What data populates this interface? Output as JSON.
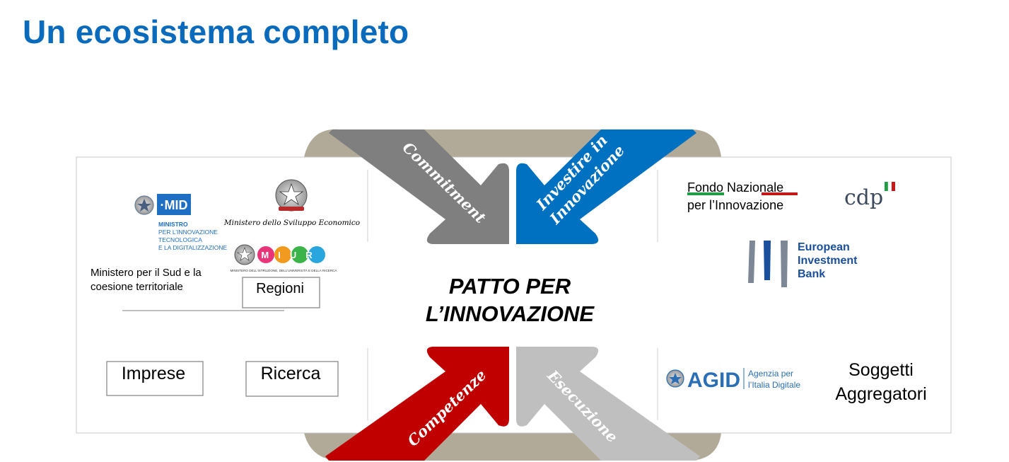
{
  "slide": {
    "title": "Un ecosistema completo"
  },
  "center": {
    "line1": "PATTO PER",
    "line2": "L’INNOVAZIONE"
  },
  "arrows": {
    "commitment": "Commitment",
    "investire_line1": "Investire in",
    "investire_line2": "Innovazione",
    "competenze": "Competenze",
    "esecuzione": "Esecuzione"
  },
  "left_top": {
    "mid_logo": "·MID",
    "mid_line1": "MINISTRO",
    "mid_line2": "PER L’INNOVAZIONE",
    "mid_line3": "TECNOLOGICA",
    "mid_line4": "E LA DIGITALIZZAZIONE",
    "mise_text": "Ministero dello Sviluppo Economico",
    "miur_logo": "MIUR",
    "miur_text": "MINISTERO DELL’ISTRUZIONE, DELL’UNIVERSITÀ E DELLA RICERCA",
    "sud_line1": "Ministero per il Sud e la",
    "sud_line2": "coesione territoriale",
    "regioni": "Regioni"
  },
  "left_bottom": {
    "imprese": "Imprese",
    "ricerca": "Ricerca"
  },
  "right_top": {
    "fondo_line1": "Fondo Nazionale",
    "fondo_line2": "per l’Innovazione",
    "cdp": "cdp",
    "eib_line1": "European",
    "eib_line2": "Investment",
    "eib_line3": "Bank"
  },
  "right_bottom": {
    "agid": "AGID",
    "agid_line1": "Agenzia per",
    "agid_line2": "l’Italia Digitale",
    "soggetti_line1": "Soggetti",
    "soggetti_line2": "Aggregatori"
  },
  "colors": {
    "title": "#0a6bbd",
    "commitment": "#7f7f7f",
    "investire": "#0070c0",
    "competenze": "#c00000",
    "esecuzione": "#bfbfbf",
    "arc": "#b2aa98",
    "eib": "#1a4f9c",
    "agid": "#2a6fb5",
    "italy_green": "#1f9e43",
    "italy_red": "#c61a1a"
  }
}
